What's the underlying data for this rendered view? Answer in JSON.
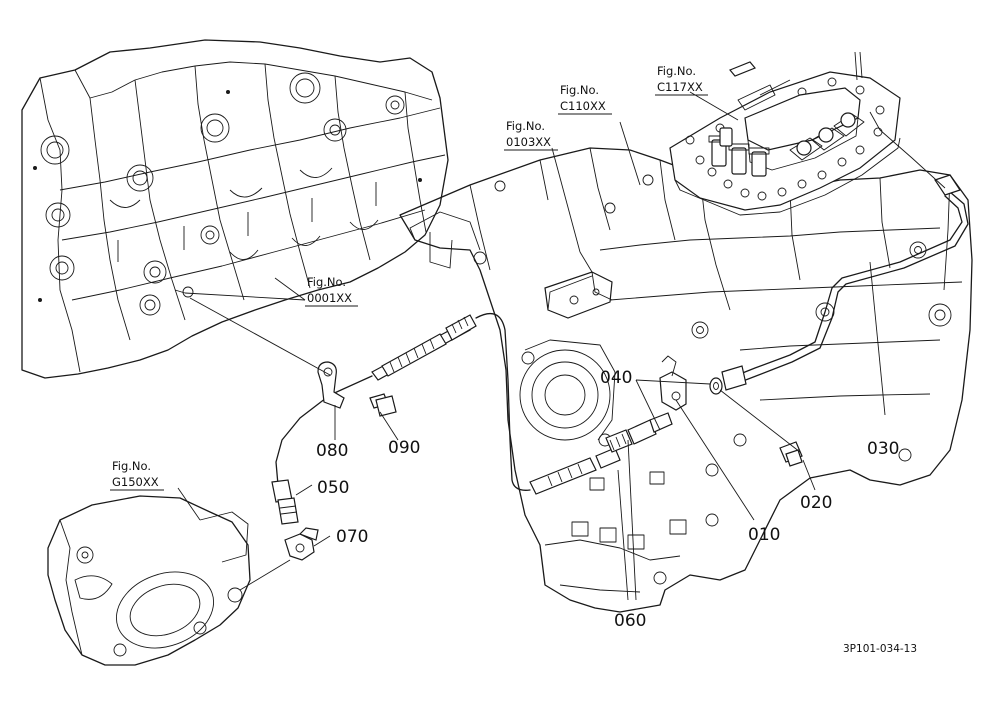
{
  "figure_refs": [
    {
      "label": "Fig.No.",
      "code": "C117XX"
    },
    {
      "label": "Fig.No.",
      "code": "C110XX"
    },
    {
      "label": "Fig.No.",
      "code": "0103XX"
    },
    {
      "label": "Fig.No.",
      "code": "0001XX"
    },
    {
      "label": "Fig.No.",
      "code": "G150XX"
    }
  ],
  "part_numbers": [
    "010",
    "020",
    "030",
    "040",
    "050",
    "060",
    "070",
    "080",
    "090"
  ],
  "drawing_code": "3P101-034-13"
}
